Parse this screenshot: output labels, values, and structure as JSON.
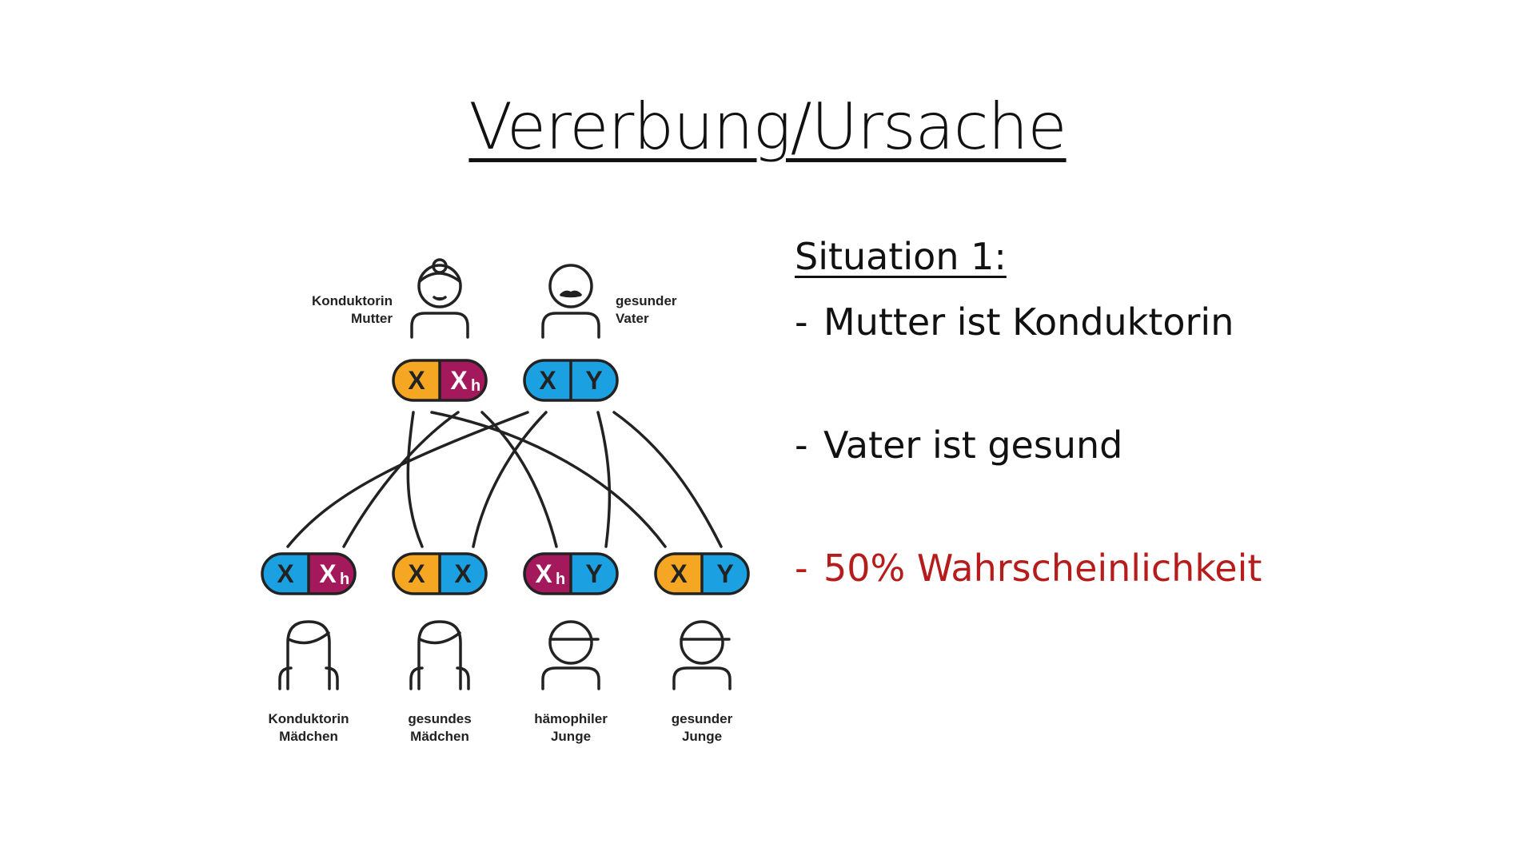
{
  "slide": {
    "title": "Vererbung/Ursache",
    "situation_heading": "Situation 1:",
    "bullets": [
      {
        "dash": "-",
        "text": "Mutter ist Konduktorin"
      },
      {
        "dash": "-",
        "text": "Vater ist gesund"
      },
      {
        "dash": "-",
        "text": "50% Wahrscheinlichkeit"
      }
    ]
  },
  "colors": {
    "x_chromosome_yellow": "#F5A623",
    "blue": "#1BA1E2",
    "affected_magenta": "#A3195B",
    "outline": "#222222",
    "highlight_red": "#B71C1C"
  },
  "diagram": {
    "parents": [
      {
        "label_line1": "Konduktorin",
        "label_line2": "Mutter",
        "chromosomes": [
          {
            "letter": "X",
            "sub": "",
            "color": "yellow"
          },
          {
            "letter": "X",
            "sub": "h",
            "color": "magenta"
          }
        ]
      },
      {
        "label_line1": "gesunder",
        "label_line2": "Vater",
        "chromosomes": [
          {
            "letter": "X",
            "sub": "",
            "color": "blue"
          },
          {
            "letter": "Y",
            "sub": "",
            "color": "blue"
          }
        ]
      }
    ],
    "children": [
      {
        "label_line1": "Konduktorin",
        "label_line2": "Mädchen",
        "chromosomes": [
          {
            "letter": "X",
            "sub": "",
            "color": "blue"
          },
          {
            "letter": "X",
            "sub": "h",
            "color": "magenta"
          }
        ]
      },
      {
        "label_line1": "gesundes",
        "label_line2": "Mädchen",
        "chromosomes": [
          {
            "letter": "X",
            "sub": "",
            "color": "yellow"
          },
          {
            "letter": "X",
            "sub": "",
            "color": "blue"
          }
        ]
      },
      {
        "label_line1": "hämophiler",
        "label_line2": "Junge",
        "chromosomes": [
          {
            "letter": "X",
            "sub": "h",
            "color": "magenta"
          },
          {
            "letter": "Y",
            "sub": "",
            "color": "blue"
          }
        ]
      },
      {
        "label_line1": "gesunder",
        "label_line2": "Junge",
        "chromosomes": [
          {
            "letter": "X",
            "sub": "",
            "color": "yellow"
          },
          {
            "letter": "Y",
            "sub": "",
            "color": "blue"
          }
        ]
      }
    ],
    "icons": [
      "mother-icon",
      "father-icon",
      "girl-icon",
      "girl-icon",
      "boy-icon",
      "boy-icon"
    ]
  }
}
